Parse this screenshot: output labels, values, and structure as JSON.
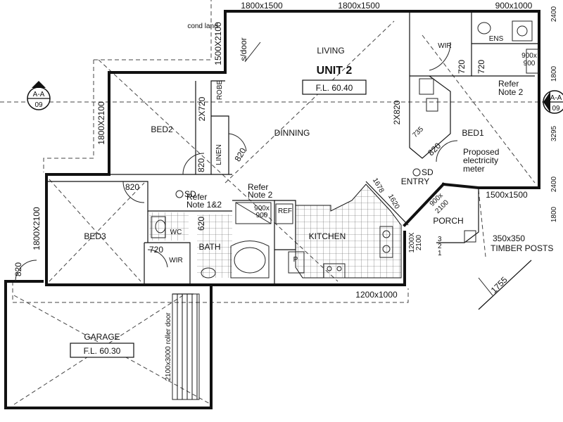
{
  "unit": {
    "title": "UNIT 2",
    "fl": "F.L. 60.40"
  },
  "rooms": {
    "living": "LIVING",
    "dining": "DINNING",
    "bed2": "BED2",
    "bed1": "BED1",
    "bed3": "BED3",
    "kitchen": "KITCHEN",
    "bath": "BATH",
    "wc": "WC",
    "wir_top": "WIR",
    "wir_bottom": "WIR",
    "ens": "ENS",
    "entry": "ENTRY",
    "porch": "PORCH",
    "garage": "GARAGE",
    "robe": "ROBE",
    "linen": "LINEN",
    "ref": "REF",
    "pantry": "P",
    "garage_fl": "F.L. 60.30"
  },
  "dims": {
    "win_top1": "1800x1500",
    "win_top2": "1800x1500",
    "win_top3": "900x1000",
    "win_bed2": "1800X2100",
    "win_bed3": "1800X2100",
    "win_entry": "1500x1500",
    "win_kitchen": "1200x1000",
    "sdoor": "1500X2100",
    "sdoor_label": "s/door",
    "robe_dim": "2X720",
    "linen_dim": "820",
    "bed2_door": "820",
    "bed3_door": "820",
    "garage_side_door": "820",
    "bath_door": "620",
    "wir_door": "720",
    "wir_top_door": "720",
    "ens_door": "720",
    "bed1_robe": "2X820",
    "bed1_735": "735",
    "bed1_door": "820",
    "shower_900": "900x",
    "shower_900b": "900",
    "bath_shower": "900x",
    "bath_shower_b": "900",
    "entry_1678": "1678",
    "entry_1620": "1620",
    "porch_door": "900x",
    "porch_door_b": "2100",
    "porch_win": "1200X",
    "porch_win_b": "2100",
    "step3": "3",
    "step2": "2",
    "step1": "1",
    "posts": "350x350",
    "posts_b": "TIMBER POSTS",
    "d1755": "1755",
    "right_d1": "2400",
    "right_d2": "1800",
    "right_d3": "3295",
    "right_d4": "2400",
    "right_d5": "1800",
    "cond_land": "cond land",
    "roller_door": "2100x3000 roller door",
    "section_a": "A-A",
    "section_b": "09"
  },
  "notes": {
    "refer_ens": "Refer",
    "refer_ens_b": "Note 2",
    "refer_kitchen": "Refer",
    "refer_kitchen_b": "Note 2",
    "refer_sd": "Refer",
    "refer_sd_b": "Note 1&2",
    "sd": "SD",
    "sd2": "SD",
    "meter": "Proposed",
    "meter_b": "electricity",
    "meter_c": "meter"
  }
}
